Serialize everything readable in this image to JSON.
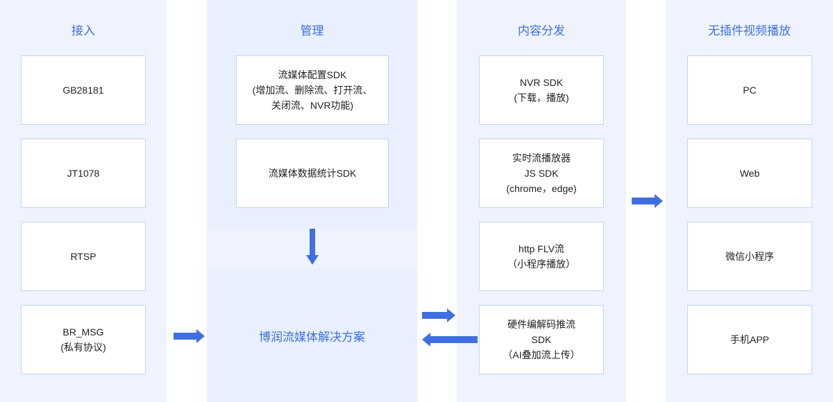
{
  "columns": [
    {
      "id": "access",
      "title": "接入",
      "nodes": [
        {
          "lines": [
            "GB28181"
          ]
        },
        {
          "lines": [
            "JT1078"
          ]
        },
        {
          "lines": [
            "RTSP"
          ]
        },
        {
          "lines": [
            "BR_MSG",
            "(私有协议)"
          ]
        }
      ]
    },
    {
      "id": "manage",
      "title": "管理",
      "nodes": [
        {
          "lines": [
            "流媒体配置SDK",
            "(增加流、删除流、打开流、",
            "关闭流、NVR功能)"
          ]
        },
        {
          "lines": [
            "流媒体数据统计SDK"
          ]
        }
      ]
    },
    {
      "id": "distribution",
      "title": "内容分发",
      "nodes": [
        {
          "lines": [
            "NVR SDK",
            "(下载，播放)"
          ]
        },
        {
          "lines": [
            "实时流播放器",
            "JS SDK",
            "(chrome，edge)"
          ]
        },
        {
          "lines": [
            "http FLV流",
            "（小程序播放）"
          ]
        },
        {
          "lines": [
            "硬件编解码推流",
            "SDK",
            "（AI叠加流上传）"
          ]
        }
      ]
    },
    {
      "id": "playback",
      "title": "无插件视频播放",
      "nodes": [
        {
          "lines": [
            "PC"
          ]
        },
        {
          "lines": [
            "Web"
          ]
        },
        {
          "lines": [
            "微信小程序"
          ]
        },
        {
          "lines": [
            "手机APP"
          ]
        }
      ]
    }
  ],
  "center": {
    "label": "博润流媒体解决方案"
  },
  "colors": {
    "accent": "#3f6fe0",
    "band": "#eef3fe",
    "panel": "#e8f0fe",
    "node_border": "#c3d3f4",
    "node_bg": "#ffffff",
    "text": "#222222"
  }
}
